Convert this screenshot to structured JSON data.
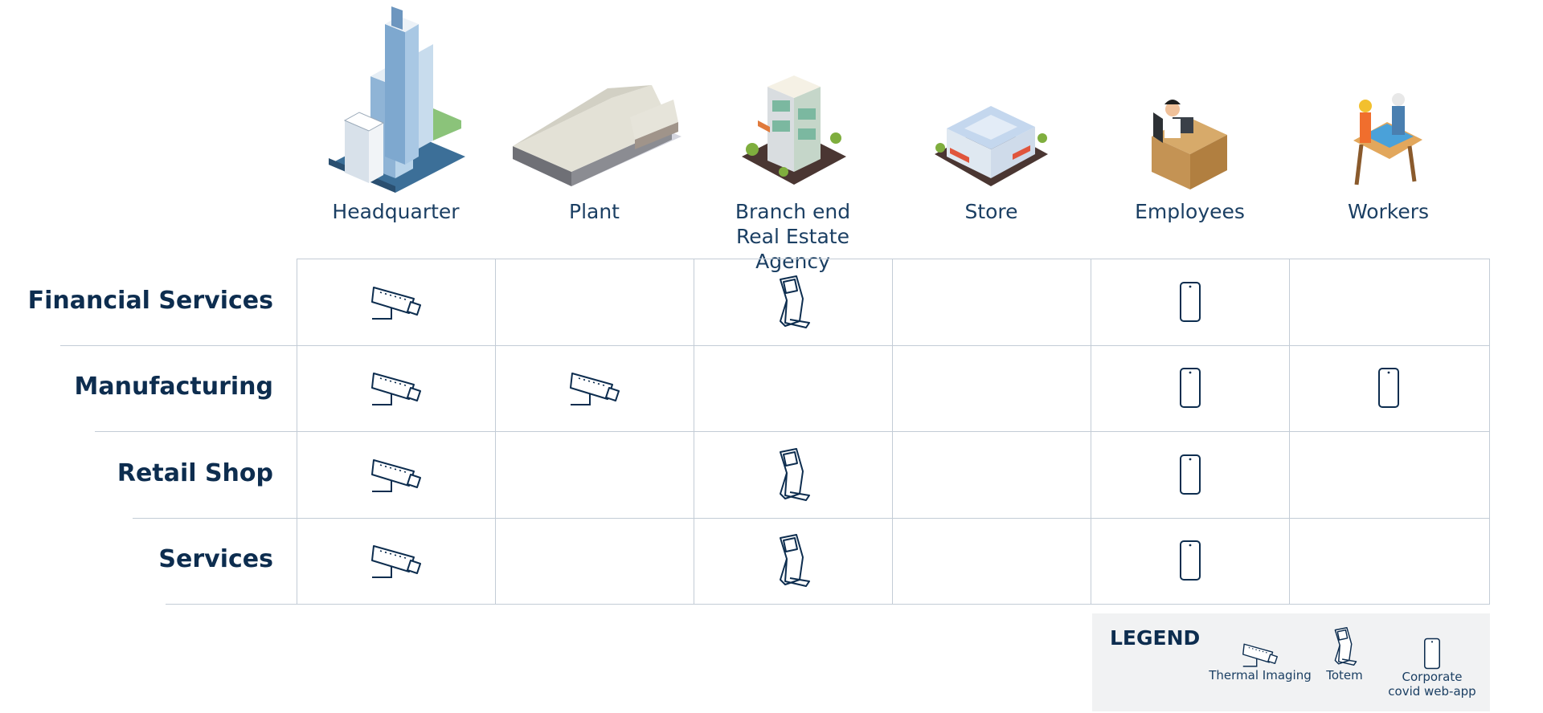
{
  "columns": [
    {
      "label": "Headquarter",
      "illustration": "skyscraper-illustration"
    },
    {
      "label": "Plant",
      "illustration": "plant-illustration"
    },
    {
      "label": "Branch end Real Estate Agency",
      "illustration": "branch-building-illustration"
    },
    {
      "label": "Store",
      "illustration": "store-illustration"
    },
    {
      "label": "Employees",
      "illustration": "employee-desk-illustration"
    },
    {
      "label": "Workers",
      "illustration": "workers-illustration"
    }
  ],
  "rows": [
    {
      "label": "Financial Services",
      "cells": [
        "camera-icon",
        "",
        "totem-icon",
        "",
        "phone-icon",
        ""
      ]
    },
    {
      "label": "Manufacturing",
      "cells": [
        "camera-icon",
        "camera-icon",
        "",
        "",
        "phone-icon",
        "phone-icon"
      ]
    },
    {
      "label": "Retail Shop",
      "cells": [
        "camera-icon",
        "",
        "totem-icon",
        "",
        "phone-icon",
        ""
      ]
    },
    {
      "label": "Services",
      "cells": [
        "camera-icon",
        "",
        "totem-icon",
        "",
        "phone-icon",
        ""
      ]
    }
  ],
  "legend": {
    "title": "LEGEND",
    "items": [
      {
        "icon": "camera-icon",
        "label": "Thermal Imaging"
      },
      {
        "icon": "totem-icon",
        "label": "Totem"
      },
      {
        "icon": "phone-icon",
        "label": "Corporate covid web-app"
      }
    ]
  },
  "colors": {
    "ink": "#0d2d4f",
    "grid": "#c3ccd6",
    "legend_bg": "#f1f2f3"
  }
}
